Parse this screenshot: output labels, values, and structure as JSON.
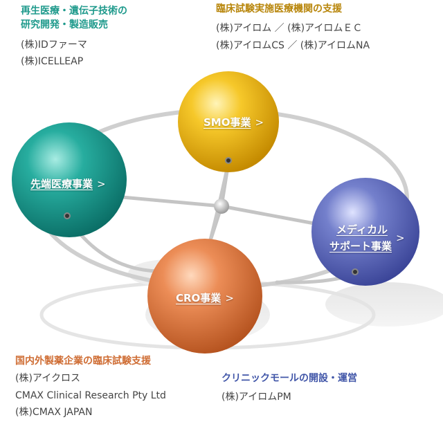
{
  "spheres": {
    "smo": {
      "label": "SMO事業",
      "arrow": ">",
      "color": "#f2b810"
    },
    "advanced": {
      "label": "先端医療事業",
      "arrow": ">",
      "color": "#22a79c"
    },
    "cro": {
      "label": "CRO事業",
      "arrow": ">",
      "color": "#e98a55"
    },
    "medical": {
      "line1": "メディカル",
      "line2": "サポート事業",
      "arrow": ">",
      "color": "#6b78c8"
    }
  },
  "groups": {
    "regenerative": {
      "heading_line1": "再生医療・遺伝子技術の",
      "heading_line2": "研究開発・製造販売",
      "companies": [
        "(株)IDファーマ",
        "(株)ICELLEAP"
      ]
    },
    "clinical_support": {
      "heading": "臨床試験実施医療機関の支援",
      "line1": "(株)アイロム ／ (株)アイロムＥＣ",
      "line2": "(株)アイロムCS ／ (株)アイロムNA"
    },
    "pharma": {
      "heading": "国内外製薬企業の臨床試験支援",
      "companies": [
        "(株)アイクロス",
        "CMAX Clinical Research Pty Ltd",
        "(株)CMAX JAPAN"
      ]
    },
    "clinic": {
      "heading": "クリニックモールの開設・運営",
      "companies": [
        "(株)アイロムPM"
      ]
    }
  }
}
